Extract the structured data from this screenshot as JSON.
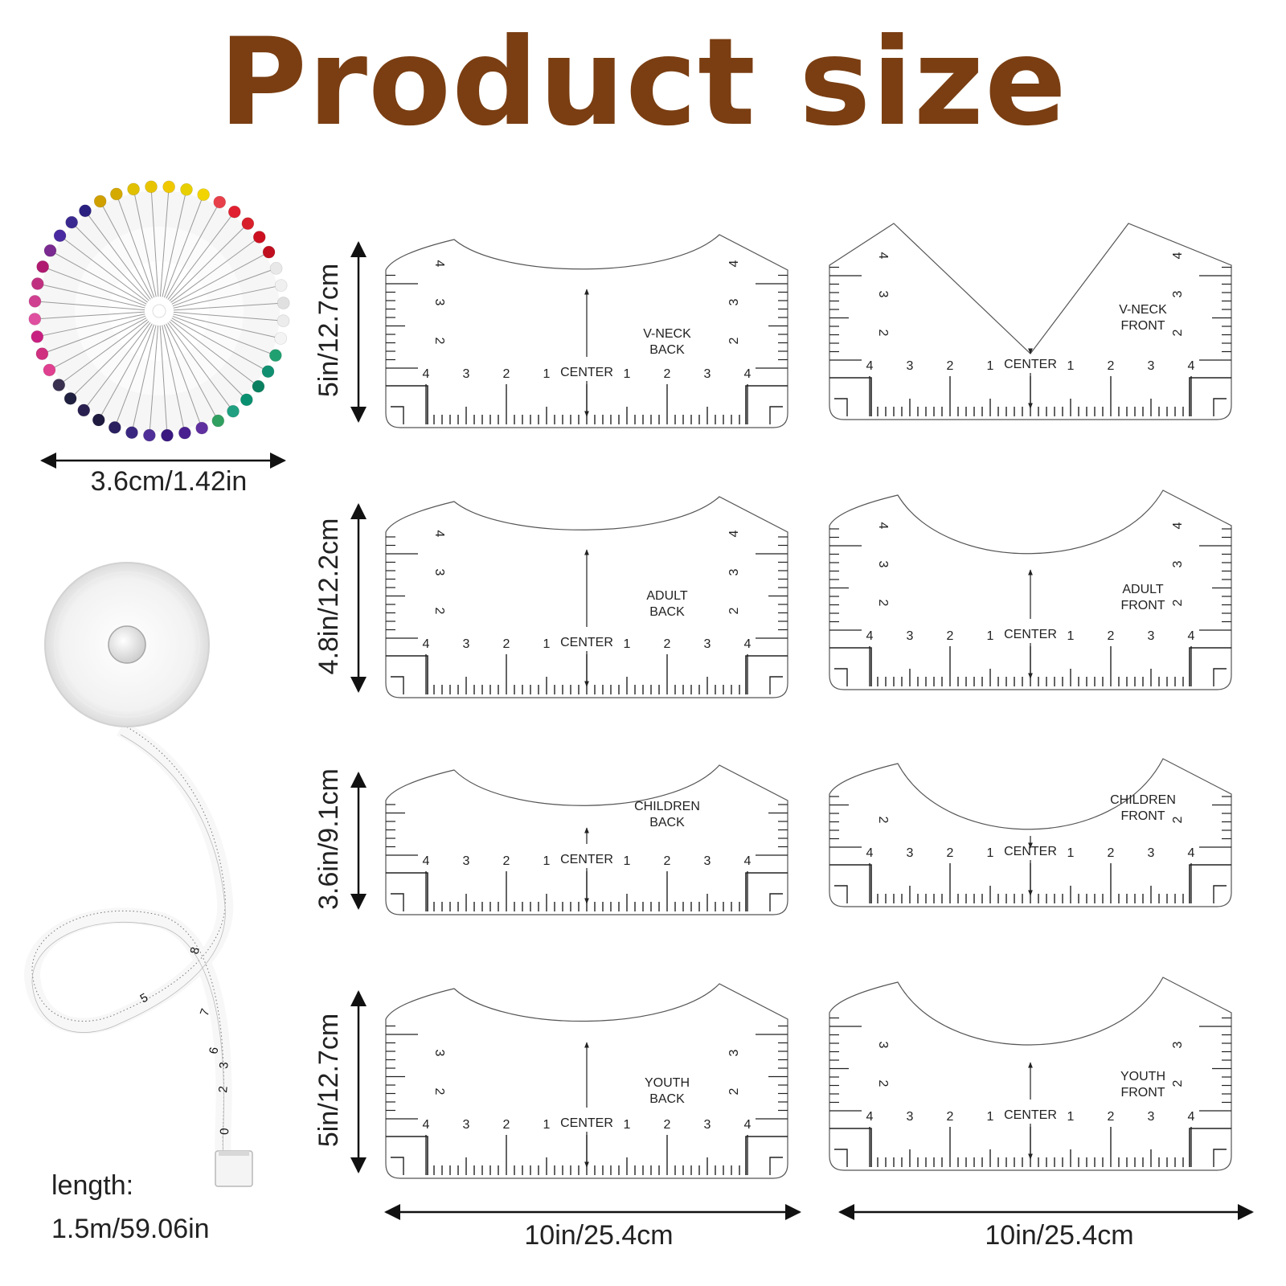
{
  "title": "Product size",
  "pins": {
    "dimension": "3.6cm/1.42in",
    "colors": [
      "#d4a900",
      "#e0c000",
      "#e8c400",
      "#f0c800",
      "#e8d000",
      "#f2d500",
      "#e8404a",
      "#e02030",
      "#d8202a",
      "#cc1020",
      "#c01020",
      "#e8e8e8",
      "#f0f0f0",
      "#e0e0e0",
      "#ececec",
      "#f4f4f4",
      "#20a070",
      "#109070",
      "#0a8060",
      "#0a9070",
      "#20a080",
      "#30a060",
      "#6030a0",
      "#4a2090",
      "#3a1880",
      "#503098",
      "#3a2880",
      "#2a2060",
      "#1e1a40",
      "#2a2050",
      "#202040",
      "#3a3050",
      "#e04090",
      "#d03080",
      "#c82080",
      "#e050a0",
      "#d04090",
      "#c03080",
      "#b01a70",
      "#7a2a90",
      "#4a2aa0",
      "#3a2a90",
      "#2a2080",
      "#d0a000"
    ]
  },
  "tape": {
    "length_label": "length:",
    "length_value": "1.5m/59.06in",
    "marks": [
      "8",
      "5",
      "7",
      "6",
      "2",
      "3",
      "0"
    ]
  },
  "rows": [
    {
      "height_label": "5in/12.7cm",
      "left": {
        "name_line1": "V-NECK",
        "name_line2": "BACK",
        "center": "CENTER",
        "side_nums": [
          "4",
          "3",
          "2"
        ]
      },
      "right": {
        "name_line1": "V-NECK",
        "name_line2": "FRONT",
        "center": "CENTER",
        "side_nums": [
          "4",
          "3",
          "2"
        ]
      }
    },
    {
      "height_label": "4.8in/12.2cm",
      "left": {
        "name_line1": "ADULT",
        "name_line2": "BACK",
        "center": "CENTER",
        "side_nums": [
          "4",
          "3",
          "2"
        ]
      },
      "right": {
        "name_line1": "ADULT",
        "name_line2": "FRONT",
        "center": "CENTER",
        "side_nums": [
          "4",
          "3",
          "2"
        ]
      }
    },
    {
      "height_label": "3.6in/9.1cm",
      "left": {
        "name_line1": "CHILDREN",
        "name_line2": "BACK",
        "center": "CENTER",
        "side_nums": []
      },
      "right": {
        "name_line1": "CHILDREN",
        "name_line2": "FRONT",
        "center": "CENTER",
        "side_nums": [
          "2"
        ]
      }
    },
    {
      "height_label": "5in/12.7cm",
      "left": {
        "name_line1": "YOUTH",
        "name_line2": "BACK",
        "center": "CENTER",
        "side_nums": [
          "3",
          "2"
        ]
      },
      "right": {
        "name_line1": "YOUTH",
        "name_line2": "FRONT",
        "center": "CENTER",
        "side_nums": [
          "3",
          "2"
        ]
      }
    }
  ],
  "bottom_nums": [
    "4",
    "3",
    "2",
    "1",
    "1",
    "2",
    "3",
    "4"
  ],
  "width_labels": [
    "10in/25.4cm",
    "10in/25.4cm"
  ]
}
